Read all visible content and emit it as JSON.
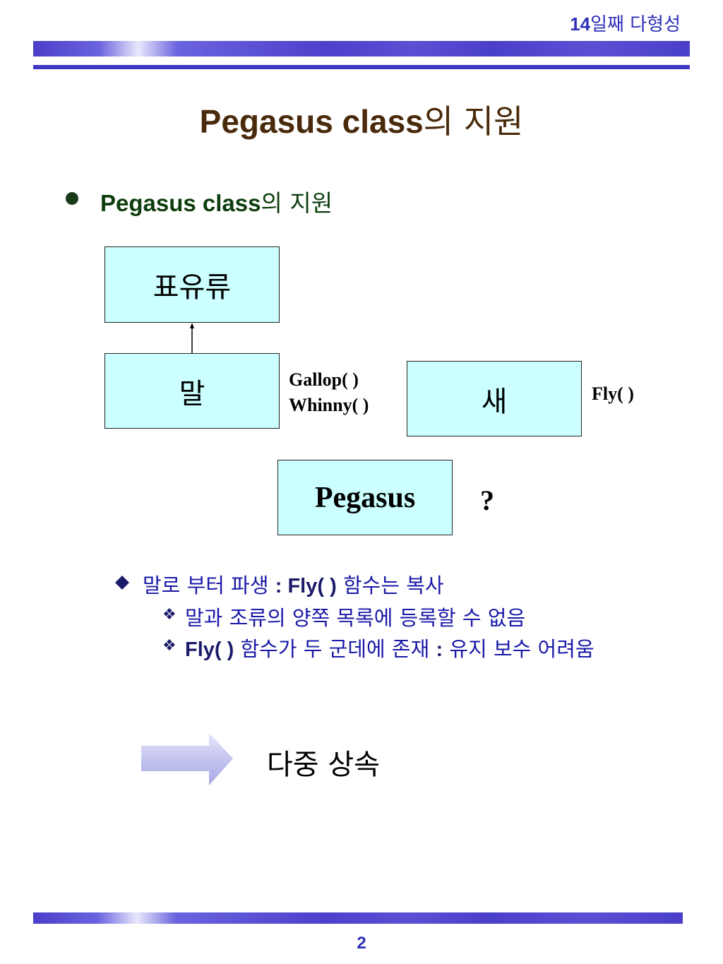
{
  "header": {
    "chapter_num": "14",
    "chapter_rest": "일째 다형성"
  },
  "title": {
    "en": "Pegasus class",
    "ko": "의 지원"
  },
  "bullet": {
    "en": "Pegasus class",
    "ko": "의 지원"
  },
  "diagram": {
    "mammal": "표유류",
    "horse": "말",
    "horse_methods": [
      "Gallop( )",
      "Whinny( )"
    ],
    "bird": "새",
    "bird_methods": [
      "Fly( )"
    ],
    "pegasus": "Pegasus",
    "question": "?"
  },
  "sub_bullets": {
    "first": {
      "pre": "말로 부터 파생 ",
      "bold": ": Fly( )",
      "post": " 함수는 복사"
    },
    "second": {
      "text": "말과 조류의 양쪽 목록에 등록할 수 없음"
    },
    "third": {
      "bold": "Fly( )",
      "mid": " 함수가 두 군데에 존재 ",
      "bold2": ":",
      "post": " 유지 보수 어려움"
    }
  },
  "conclusion": "다중 상속",
  "page_number": "2",
  "colors": {
    "accent": "#2d2fb8",
    "band": "#4b3fc9",
    "box_fill": "#ccffff",
    "title": "#4a2a0a",
    "bullet": "#0d3d0d"
  }
}
